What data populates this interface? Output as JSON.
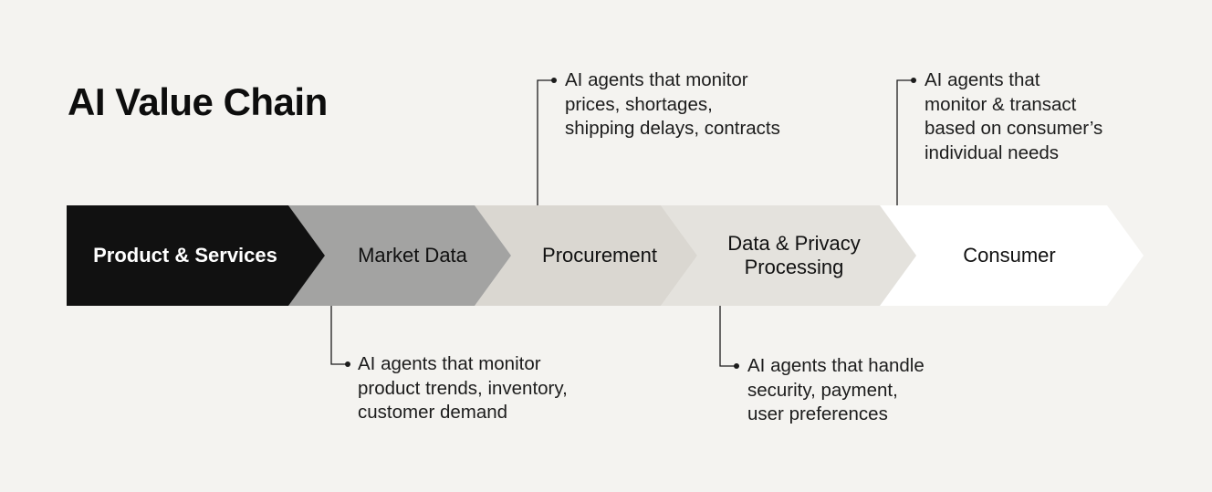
{
  "title": "AI Value Chain",
  "stages": [
    {
      "label": "Product & Services",
      "fill": "#111111",
      "text_color": "#ffffff"
    },
    {
      "label": "Market Data",
      "fill": "#a3a3a2",
      "text_color": "#111111"
    },
    {
      "label": "Procurement",
      "fill": "#dad7d1",
      "text_color": "#111111"
    },
    {
      "label": "Data & Privacy\nProcessing",
      "fill": "#e4e2dd",
      "text_color": "#111111"
    },
    {
      "label": "Consumer",
      "fill": "#ffffff",
      "text_color": "#111111"
    }
  ],
  "annotations": [
    {
      "stage": "Market Data",
      "text": "AI agents that monitor\nproduct trends, inventory,\ncustomer demand"
    },
    {
      "stage": "Procurement",
      "text": "AI agents that monitor\nprices, shortages,\nshipping delays, contracts"
    },
    {
      "stage": "Data & Privacy Processing",
      "text": "AI agents that handle\nsecurity, payment,\nuser preferences"
    },
    {
      "stage": "Consumer",
      "text": "AI agents that\nmonitor & transact\nbased on consumer’s\nindividual needs"
    }
  ]
}
